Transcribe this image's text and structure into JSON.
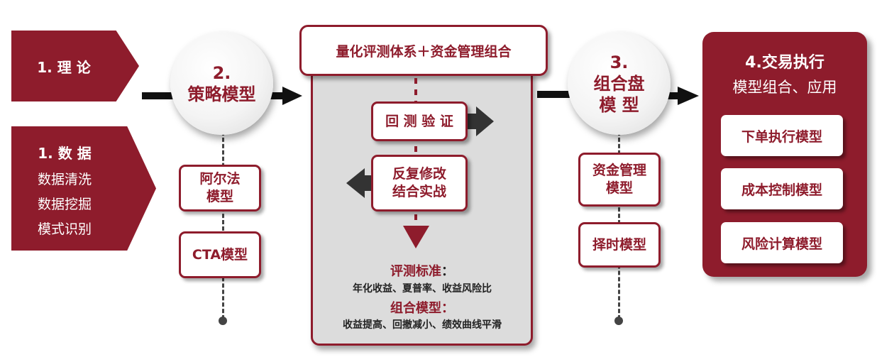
{
  "theory": {
    "label": "1. 理 论"
  },
  "data_box": {
    "title": "1. 数 据",
    "items": [
      "数据清洗",
      "数据挖掘",
      "模式识别"
    ]
  },
  "strategy": {
    "number": "2.",
    "label": "策略模型",
    "models": [
      "阿尔法\n模型",
      "CTA模型"
    ]
  },
  "center": {
    "title": "量化评测体系＋资金管理组合",
    "backtest": "回 测 验 证",
    "revise": "反复修改\n结合实战",
    "criteria_title": "评测标准",
    "criteria_colon": "：",
    "criteria_text": "年化收益、夏普率、收益风险比",
    "combo_title": "组合模型：",
    "combo_text": "收益提高、回撤减小、绩效曲线平滑"
  },
  "portfolio": {
    "number": "3.",
    "line1": "组合盘",
    "line2": "模 型",
    "models": [
      "资金管理\n模型",
      "择时模型"
    ]
  },
  "execution": {
    "title": "4.交易执行",
    "subtitle": "模型组合、应用",
    "models": [
      "下单执行模型",
      "成本控制模型",
      "风险计算模型"
    ]
  },
  "colors": {
    "brand": "#8e1c2c",
    "panel": "#dcdcdc",
    "arrow": "#111111"
  }
}
